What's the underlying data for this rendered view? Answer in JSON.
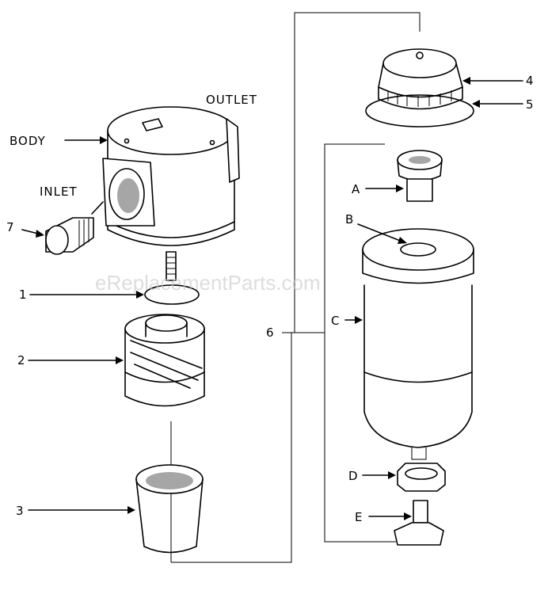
{
  "watermark": "eReplacementParts.com",
  "labels": {
    "body": "BODY",
    "outlet": "OUTLET",
    "inlet": "INLET",
    "n1": "1",
    "n2": "2",
    "n3": "3",
    "n4": "4",
    "n5": "5",
    "n6": "6",
    "n7": "7",
    "a": "A",
    "b": "B",
    "c": "C",
    "d": "D",
    "e": "E"
  }
}
